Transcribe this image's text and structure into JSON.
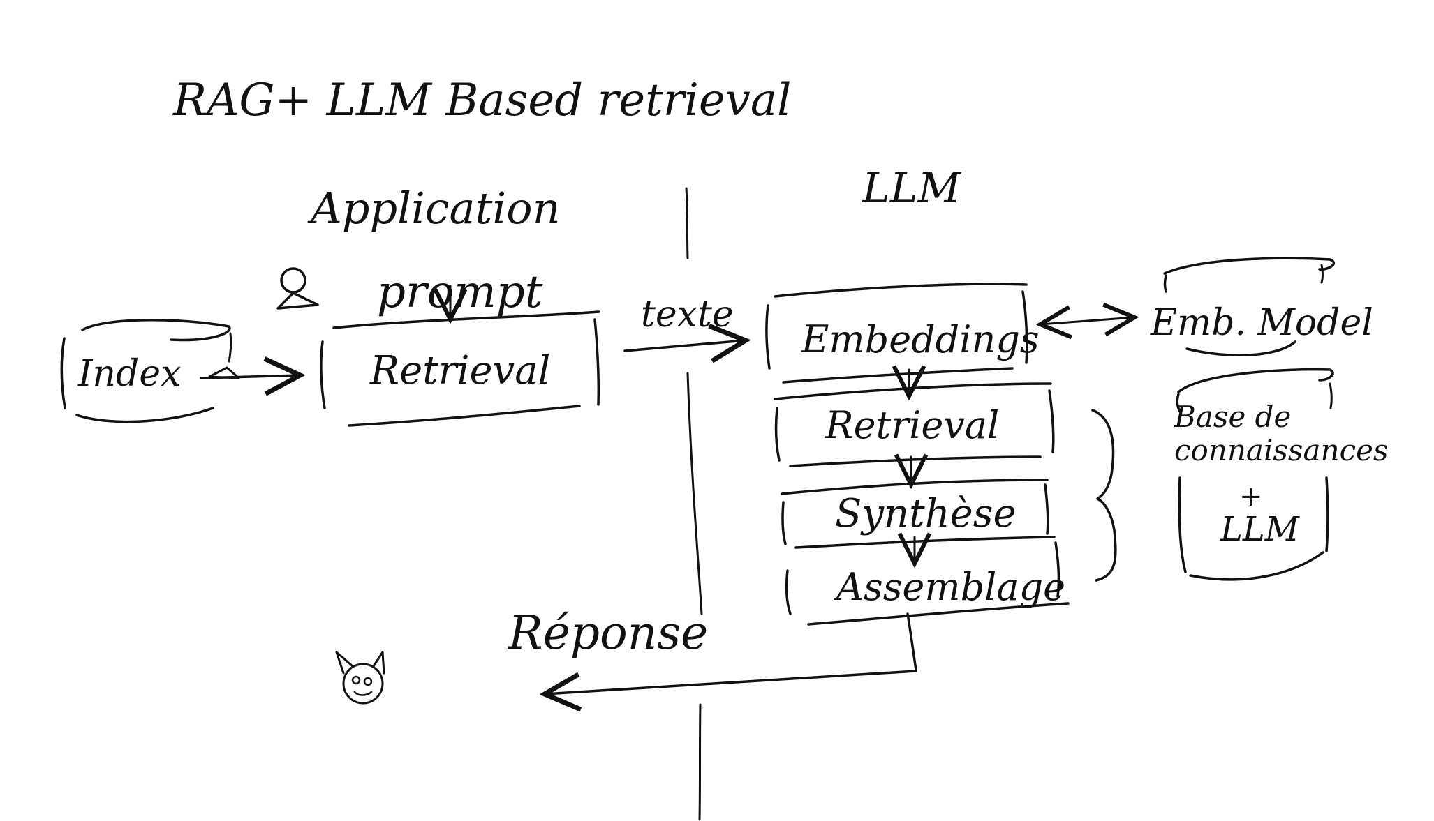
{
  "title": "RAG+ LLM Based retrieval",
  "sections": {
    "application": "Application",
    "llm": "LLM"
  },
  "labels": {
    "prompt": "prompt",
    "texte": "texte",
    "reponse": "Réponse"
  },
  "nodes": {
    "index": "Index",
    "app_retrieval": "Retrieval",
    "embeddings": "Embeddings",
    "llm_retrieval": "Retrieval",
    "synthese": "Synthèse",
    "assemblage": "Assemblage",
    "emb_model": "Emb. Model",
    "kb_line1": "Base de",
    "kb_line2": "connaissances",
    "kb_plus": "+",
    "kb_llm": "LLM"
  },
  "icons": {
    "user": "user-icon",
    "mascot": "cat-face-icon"
  },
  "colors": {
    "ink": "#111111",
    "paper": "#ffffff"
  }
}
